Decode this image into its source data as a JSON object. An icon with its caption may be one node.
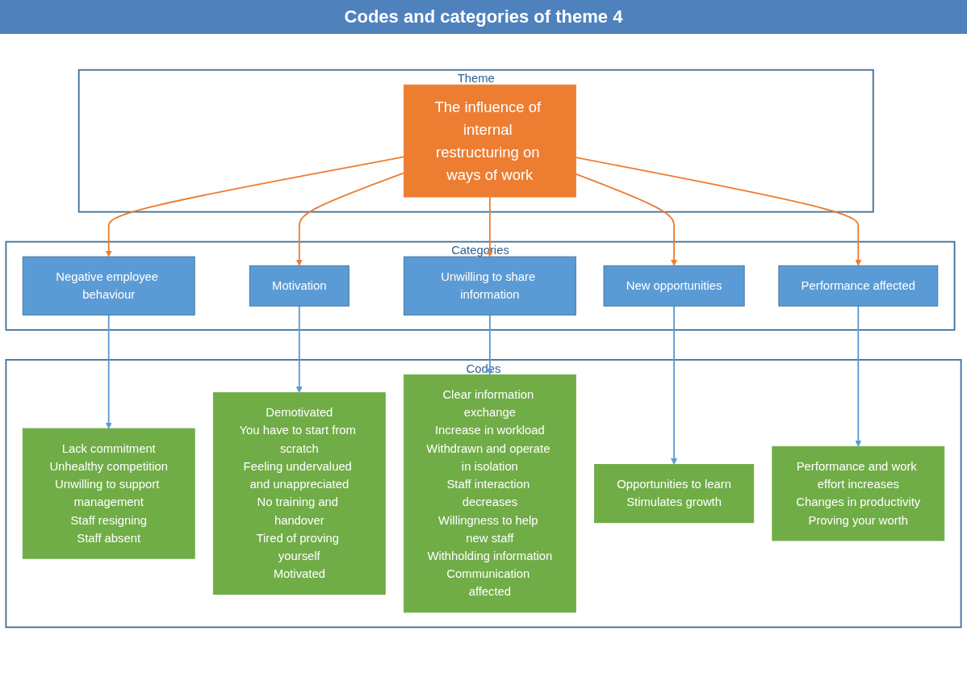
{
  "diagram": {
    "title": "Codes and categories of theme 4",
    "nodes": [
      {
        "text": [
          "Theme"
        ]
      },
      {
        "text": [
          "Categories"
        ]
      },
      {
        "text": [
          "Codes"
        ]
      },
      {
        "text": [
          "The influence of internal restructuring on ways of work"
        ],
        "in": 0
      },
      {
        "text": [
          "Negative employee behaviour"
        ],
        "in": 1
      },
      {
        "text": [
          "Motivation"
        ],
        "in": 1
      },
      {
        "text": [
          "Unwilling to share information"
        ],
        "in": 1
      },
      {
        "text": [
          "New opportunities"
        ],
        "in": 1
      },
      {
        "text": [
          "Performance affected"
        ],
        "in": 1
      },
      {
        "text": [
          "Lack commitment",
          "Unhealthy competition",
          "Unwilling to support management",
          "Staff resigning",
          "Staff absent"
        ],
        "in": 2
      },
      {
        "text": [
          "Demotivated",
          "You have to start from scratch",
          "Feeling undervalued and unappreciated",
          "No training and handover",
          "Tired of proving yourself",
          "Motivated"
        ],
        "in": 2
      },
      {
        "text": [
          "Clear information exchange",
          "Increase in workload",
          "Withdrawn and operate in isolation",
          "Staff interaction decreases",
          "Willingness to help new staff",
          "Withholding information",
          "Communication affected"
        ],
        "in": 2
      },
      {
        "text": [
          "Opportunities to learn",
          "Stimulates growth"
        ],
        "in": 2
      },
      {
        "text": [
          "Performance and work effort increases",
          "Changes in productivity",
          "Proving your worth"
        ],
        "in": 2
      }
    ],
    "edges": [
      {
        "from": 3,
        "to": 4,
        "arrow": "to",
        "color": "#ed7d31"
      },
      {
        "from": 3,
        "to": 5,
        "arrow": "to",
        "color": "#ed7d31"
      },
      {
        "from": 3,
        "to": 6,
        "arrow": "to",
        "color": "#ed7d31"
      },
      {
        "from": 3,
        "to": 7,
        "arrow": "to",
        "color": "#ed7d31"
      },
      {
        "from": 3,
        "to": 8,
        "arrow": "to",
        "color": "#ed7d31"
      },
      {
        "from": 4,
        "to": 9,
        "arrow": "to",
        "color": "#5b9bd5"
      },
      {
        "from": 5,
        "to": 10,
        "arrow": "to",
        "color": "#5b9bd5"
      },
      {
        "from": 6,
        "to": 11,
        "arrow": "to",
        "color": "#5b9bd5"
      },
      {
        "from": 7,
        "to": 12,
        "arrow": "to",
        "color": "#5b9bd5"
      },
      {
        "from": 8,
        "to": 13,
        "arrow": "to",
        "color": "#5b9bd5"
      }
    ]
  }
}
